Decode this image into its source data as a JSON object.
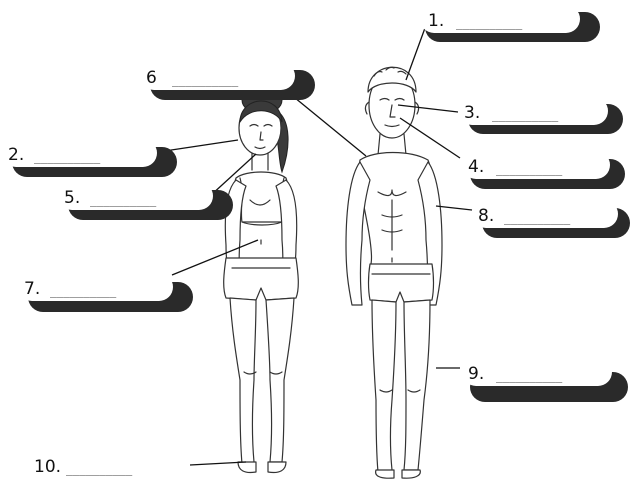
{
  "labels": [
    {
      "number": "1.",
      "blank": "__________"
    },
    {
      "number": "2.",
      "blank": "__________"
    },
    {
      "number": "3.",
      "blank": "__________"
    },
    {
      "number": "4.",
      "blank": "__________"
    },
    {
      "number": "5.",
      "blank": "__________"
    },
    {
      "number": "6",
      "blank": "__________"
    },
    {
      "number": "7.",
      "blank": "__________"
    },
    {
      "number": "8.",
      "blank": "__________"
    },
    {
      "number": "9.",
      "blank": "__________"
    },
    {
      "number": "10.",
      "blank": "__________"
    }
  ],
  "colors": {
    "ink": "#111111",
    "shadow": "#2a2a2a",
    "background": "#ffffff"
  },
  "figures": [
    "woman-figure",
    "man-figure"
  ]
}
